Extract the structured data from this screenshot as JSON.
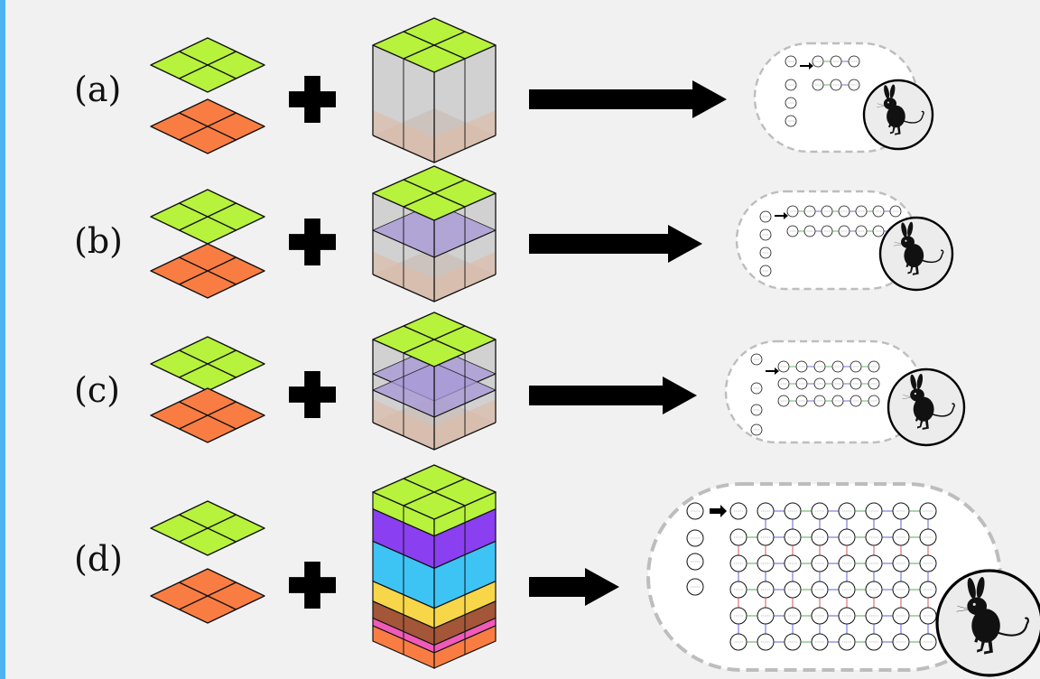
{
  "rows": [
    {
      "label": "(a)",
      "bands": []
    },
    {
      "label": "(b)",
      "bands": [
        "#a99ad6"
      ]
    },
    {
      "label": "(c)",
      "bands": [
        "#a99ad6",
        "#a99ad6"
      ]
    },
    {
      "label": "(d)",
      "bands": []
    }
  ],
  "tower_bands": [
    {
      "color": "#b7f23c"
    },
    {
      "color": "#8a3ff0"
    },
    {
      "color": "#3dc4f5"
    },
    {
      "color": "#f7d64a"
    },
    {
      "color": "#a35638"
    },
    {
      "color": "#f05ab8"
    },
    {
      "color": "#f97d43"
    }
  ],
  "colors": {
    "top_tile": "#b7f23c",
    "bottom_tile": "#f97d43",
    "box_side": "#c6c6c6",
    "box_floor": "#ddbba7",
    "band": "#a99ad6",
    "stripe": "#4fb3f3",
    "background": "#f1f1f1",
    "pill_border": "#bdbdbd"
  },
  "icons": {
    "plus": "plus-icon",
    "arrow": "arrow-right-icon",
    "mascot": "jerboa-icon"
  }
}
